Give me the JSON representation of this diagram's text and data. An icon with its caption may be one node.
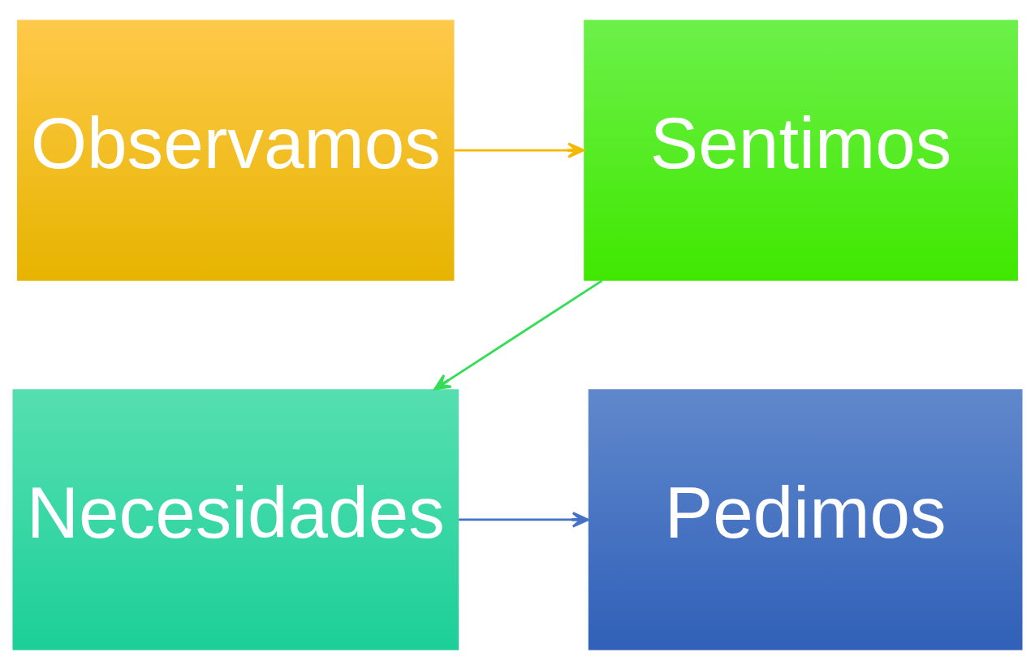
{
  "diagram": {
    "nodes": [
      {
        "text": [
          "Observamos"
        ]
      },
      {
        "text": [
          "Sentimos"
        ]
      },
      {
        "text": [
          "Necesidades"
        ]
      },
      {
        "text": [
          "Pedimos"
        ]
      }
    ],
    "edges": [
      {
        "from": 0,
        "to": 1,
        "arrow": "to",
        "color": "#f5b800"
      },
      {
        "from": 1,
        "to": 2,
        "arrow": "to",
        "color": "#33dd55"
      },
      {
        "from": 2,
        "to": 3,
        "arrow": "to",
        "color": "#4472c4"
      }
    ]
  }
}
